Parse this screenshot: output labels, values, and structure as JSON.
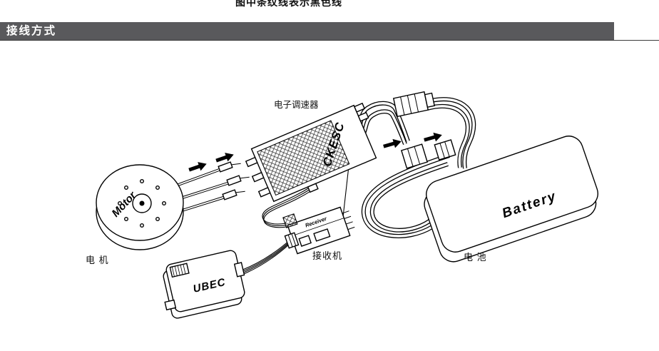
{
  "page": {
    "top_note": "图中条纹线表示黑色线",
    "section_title": "接线方式"
  },
  "diagram": {
    "motor": {
      "label": "Motor",
      "caption": "电 机"
    },
    "esc": {
      "label": "CKESC",
      "caption": "电子调速器"
    },
    "battery": {
      "label": "Battery",
      "caption": "电 池"
    },
    "receiver": {
      "label": "Receiver",
      "caption": "接收机"
    },
    "ubec": {
      "label": "UBEC"
    }
  },
  "colors": {
    "header_bar": "#59595c",
    "line_art": "#000000"
  }
}
